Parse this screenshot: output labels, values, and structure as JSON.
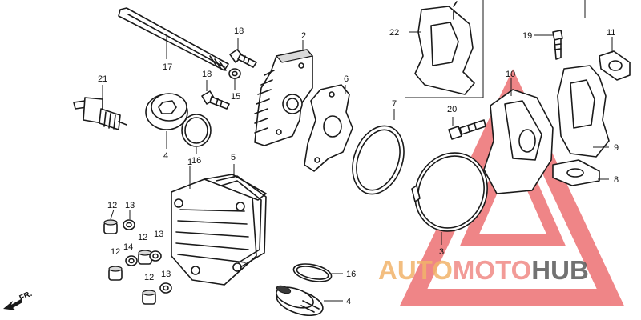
{
  "callouts": {
    "c1": "1",
    "c2": "2",
    "c3": "3",
    "c4a": "4",
    "c4b": "4",
    "c5": "5",
    "c6": "6",
    "c7": "7",
    "c8": "8",
    "c9": "9",
    "c10": "10",
    "c11": "11",
    "c12a": "12",
    "c12b": "12",
    "c12c": "12",
    "c12d": "12",
    "c13a": "13",
    "c13b": "13",
    "c13c": "13",
    "c14": "14",
    "c15": "15",
    "c16a": "16",
    "c16b": "16",
    "c17": "17",
    "c18a": "18",
    "c18b": "18",
    "c19": "19",
    "c20": "20",
    "c21": "21",
    "c22": "22"
  },
  "direction_label": "FR.",
  "watermark": {
    "part1": "AUTO",
    "part2": "MOTO",
    "part3": "HUB",
    "color_part1": "#f2b36a",
    "color_part2": "#f08a86",
    "color_part3": "#5a5a5a",
    "triangle_color": "#ea5d60"
  }
}
